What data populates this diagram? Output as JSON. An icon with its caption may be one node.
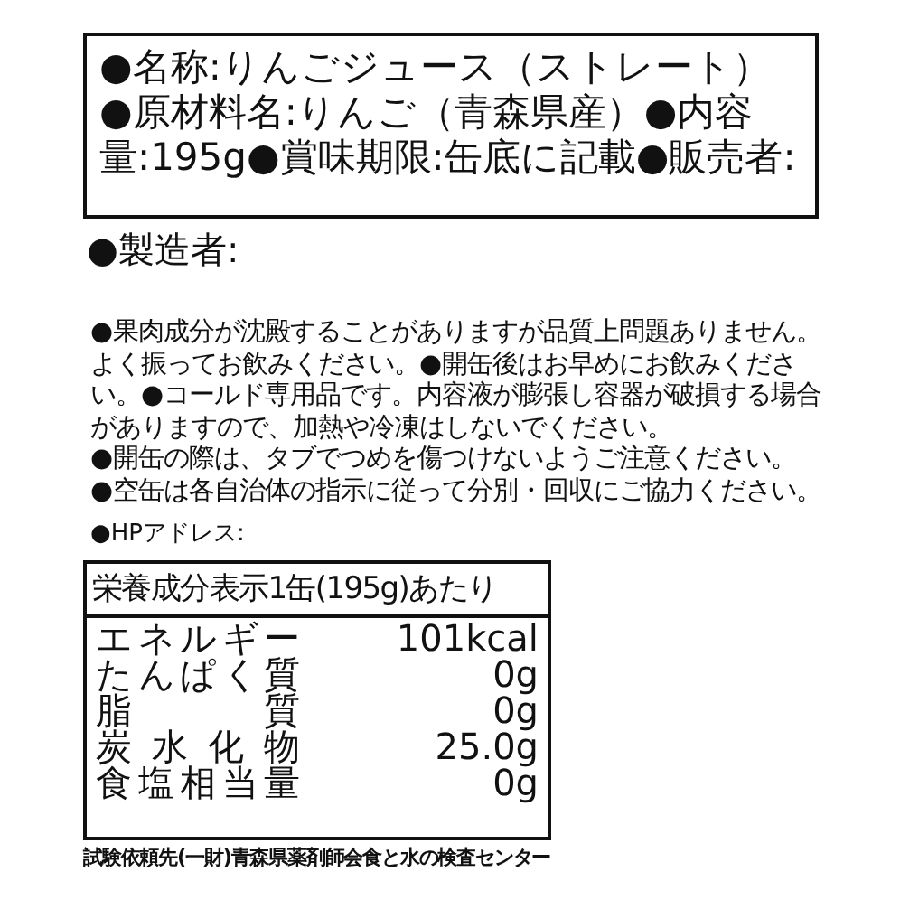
{
  "diagram": {
    "nodes": [
      {
        "text": [
          "●名称:りんごジュース（ストレート）●原材料名:りんご（青森県産）●内容量:195g●賞味期限:缶底に記載●販売者:"
        ]
      }
    ],
    "labels": [
      "●製造者:",
      "●果肉成分が沈殿することがありますが品質上問題ありません。よく振ってお飲みください。●開缶後はお早めにお飲みください。●コールド専用品です。内容液が膨張し容器が破損する場合がありますので、加熱や冷凍はしないでください。",
      "●開缶の際は、タブでつめを傷つけないようご注意ください。",
      "●空缶は各自治体の指示に従って分別・回収にご協力ください。",
      "●HPアドレス:",
      "栄養成分表示1缶(195g)あたり",
      "エネルギー",
      "101kcal",
      "たんぱく質",
      "0g",
      "脂質",
      "0g",
      "炭水化物",
      "25.0g",
      "食塩相当量",
      "0g",
      "試験依頼先(一財)青森県薬剤師会食と水の検査センター"
    ]
  }
}
